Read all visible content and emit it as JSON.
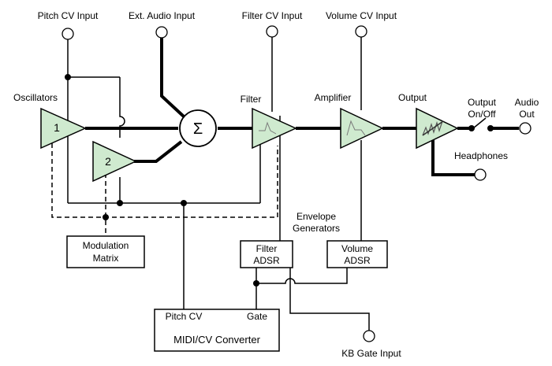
{
  "inputs": {
    "pitch_cv": "Pitch CV Input",
    "ext_audio": "Ext. Audio Input",
    "filter_cv": "Filter CV Input",
    "volume_cv": "Volume CV Input",
    "kb_gate": "KB Gate Input"
  },
  "blocks": {
    "oscillators": "Oscillators",
    "osc1": "1",
    "osc2": "2",
    "mixer_symbol": "Σ",
    "filter": "Filter",
    "amplifier": "Amplifier",
    "output": "Output",
    "output_switch": "Output",
    "output_switch_2": "On/Off",
    "audio_out": "Audio",
    "audio_out_2": "Out",
    "headphones": "Headphones",
    "envelope_generators": "Envelope",
    "envelope_generators_2": "Generators",
    "modulation_matrix": "Modulation",
    "modulation_matrix_2": "Matrix",
    "filter_adsr": "Filter",
    "filter_adsr_2": "ADSR",
    "volume_adsr": "Volume",
    "volume_adsr_2": "ADSR",
    "converter": "MIDI/CV Converter",
    "converter_pitch_cv": "Pitch CV",
    "converter_gate": "Gate"
  }
}
